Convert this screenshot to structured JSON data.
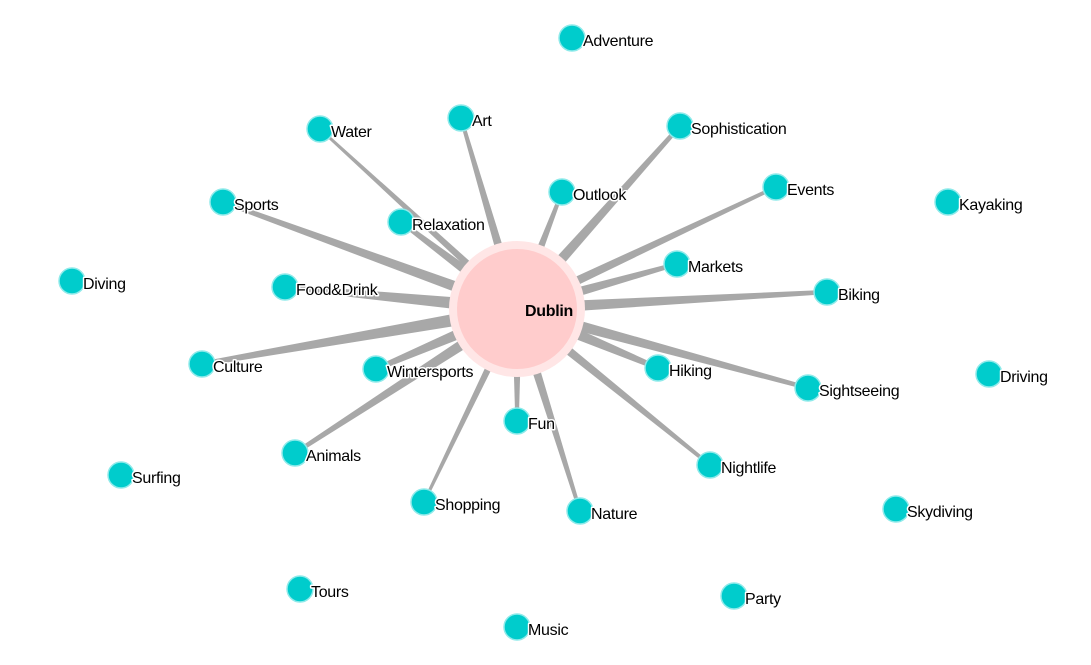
{
  "graph": {
    "center": {
      "label": "Dublin",
      "color": "#ffcccc",
      "halo_color": "#ffe6e6"
    },
    "node_color": "#00cccc",
    "node_stroke": "#8eeaea",
    "edge_color": "#a8a8a8",
    "nodes": [
      {
        "label": "Adventure",
        "connected": false
      },
      {
        "label": "Water",
        "connected": true
      },
      {
        "label": "Art",
        "connected": true
      },
      {
        "label": "Sophistication",
        "connected": true
      },
      {
        "label": "Outlook",
        "connected": true
      },
      {
        "label": "Events",
        "connected": true
      },
      {
        "label": "Sports",
        "connected": true
      },
      {
        "label": "Relaxation",
        "connected": true
      },
      {
        "label": "Kayaking",
        "connected": false
      },
      {
        "label": "Markets",
        "connected": true
      },
      {
        "label": "Diving",
        "connected": false
      },
      {
        "label": "Food&Drink",
        "connected": true
      },
      {
        "label": "Biking",
        "connected": true
      },
      {
        "label": "Culture",
        "connected": true
      },
      {
        "label": "Wintersports",
        "connected": true
      },
      {
        "label": "Hiking",
        "connected": true
      },
      {
        "label": "Sightseeing",
        "connected": true
      },
      {
        "label": "Driving",
        "connected": false
      },
      {
        "label": "Fun",
        "connected": true
      },
      {
        "label": "Animals",
        "connected": true
      },
      {
        "label": "Nightlife",
        "connected": true
      },
      {
        "label": "Surfing",
        "connected": false
      },
      {
        "label": "Shopping",
        "connected": true
      },
      {
        "label": "Nature",
        "connected": true
      },
      {
        "label": "Skydiving",
        "connected": false
      },
      {
        "label": "Tours",
        "connected": false
      },
      {
        "label": "Party",
        "connected": false
      },
      {
        "label": "Music",
        "connected": false
      }
    ]
  }
}
